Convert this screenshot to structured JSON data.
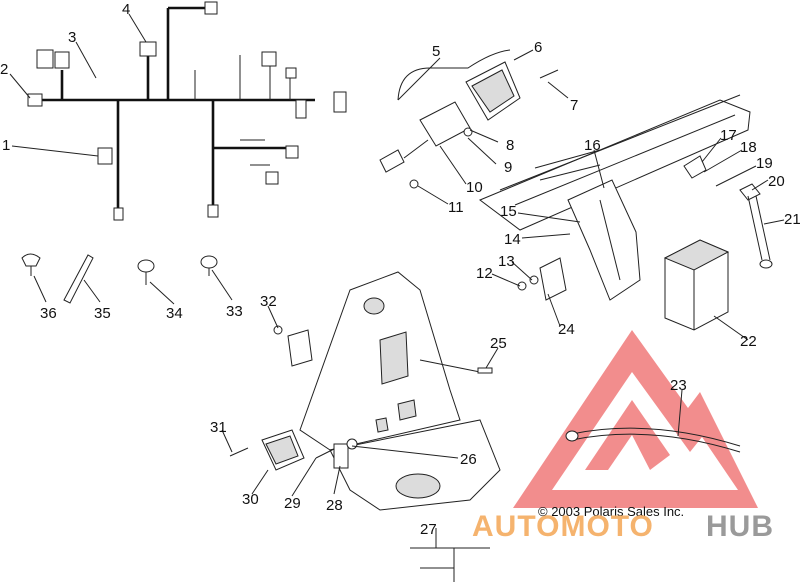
{
  "callouts": [
    {
      "id": "c1",
      "text": "1"
    },
    {
      "id": "c2",
      "text": "2"
    },
    {
      "id": "c3",
      "text": "3"
    },
    {
      "id": "c4",
      "text": "4"
    },
    {
      "id": "c5",
      "text": "5"
    },
    {
      "id": "c6",
      "text": "6"
    },
    {
      "id": "c7",
      "text": "7"
    },
    {
      "id": "c8",
      "text": "8"
    },
    {
      "id": "c9",
      "text": "9"
    },
    {
      "id": "c10",
      "text": "10"
    },
    {
      "id": "c11",
      "text": "11"
    },
    {
      "id": "c12",
      "text": "12"
    },
    {
      "id": "c13",
      "text": "13"
    },
    {
      "id": "c14",
      "text": "14"
    },
    {
      "id": "c15",
      "text": "15"
    },
    {
      "id": "c16",
      "text": "16"
    },
    {
      "id": "c17",
      "text": "17"
    },
    {
      "id": "c18",
      "text": "18"
    },
    {
      "id": "c19",
      "text": "19"
    },
    {
      "id": "c20",
      "text": "20"
    },
    {
      "id": "c21",
      "text": "21"
    },
    {
      "id": "c22",
      "text": "22"
    },
    {
      "id": "c23",
      "text": "23"
    },
    {
      "id": "c24",
      "text": "24"
    },
    {
      "id": "c25",
      "text": "25"
    },
    {
      "id": "c26",
      "text": "26"
    },
    {
      "id": "c27",
      "text": "27"
    },
    {
      "id": "c28",
      "text": "28"
    },
    {
      "id": "c29",
      "text": "29"
    },
    {
      "id": "c30",
      "text": "30"
    },
    {
      "id": "c31",
      "text": "31"
    },
    {
      "id": "c32",
      "text": "32"
    },
    {
      "id": "c33",
      "text": "33"
    },
    {
      "id": "c34",
      "text": "34"
    },
    {
      "id": "c35",
      "text": "35"
    },
    {
      "id": "c36",
      "text": "36"
    }
  ],
  "copyright": "© 2003 Polaris Sales Inc.",
  "watermark": {
    "part1": "AUTOMOTO",
    "part2": "HUB",
    "color_primary": "#f07a7a",
    "color_accent": "#f5b36e",
    "color_gray": "#9a9a9a"
  }
}
